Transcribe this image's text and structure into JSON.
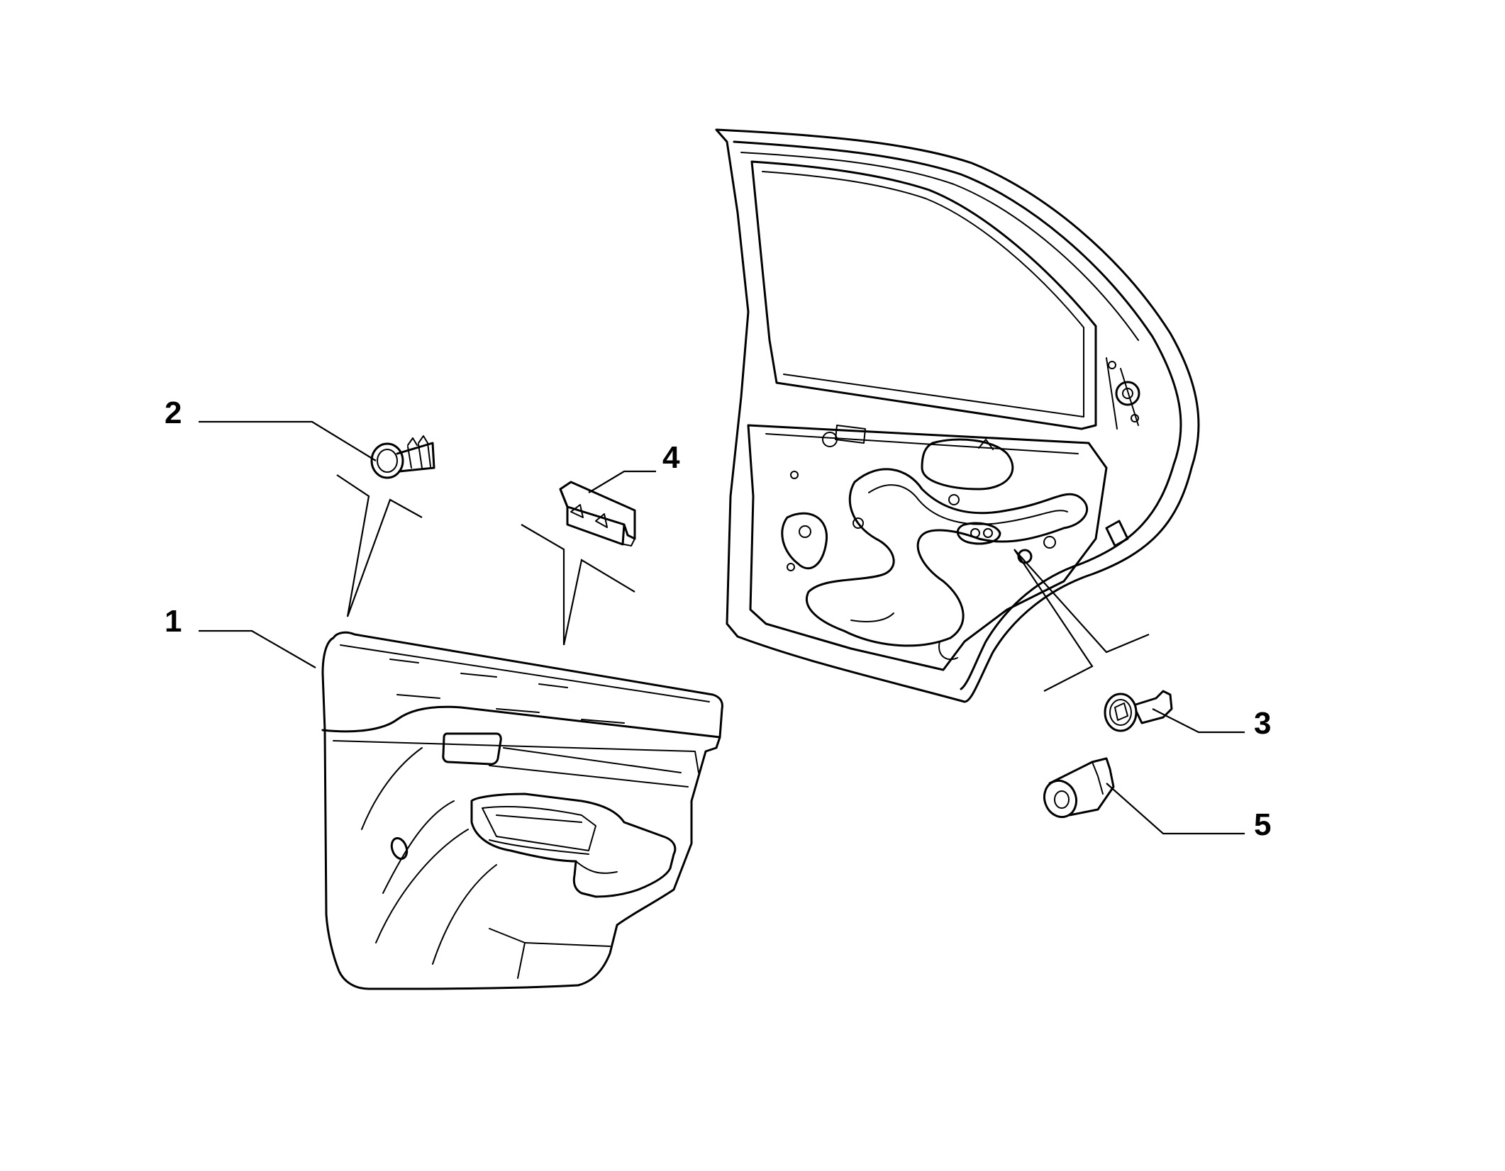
{
  "callouts": {
    "c1": "1",
    "c2": "2",
    "c3": "3",
    "c4": "4",
    "c5": "5"
  },
  "colors": {
    "line": "#000000",
    "background": "#ffffff",
    "shade": "#e9e9e9"
  }
}
